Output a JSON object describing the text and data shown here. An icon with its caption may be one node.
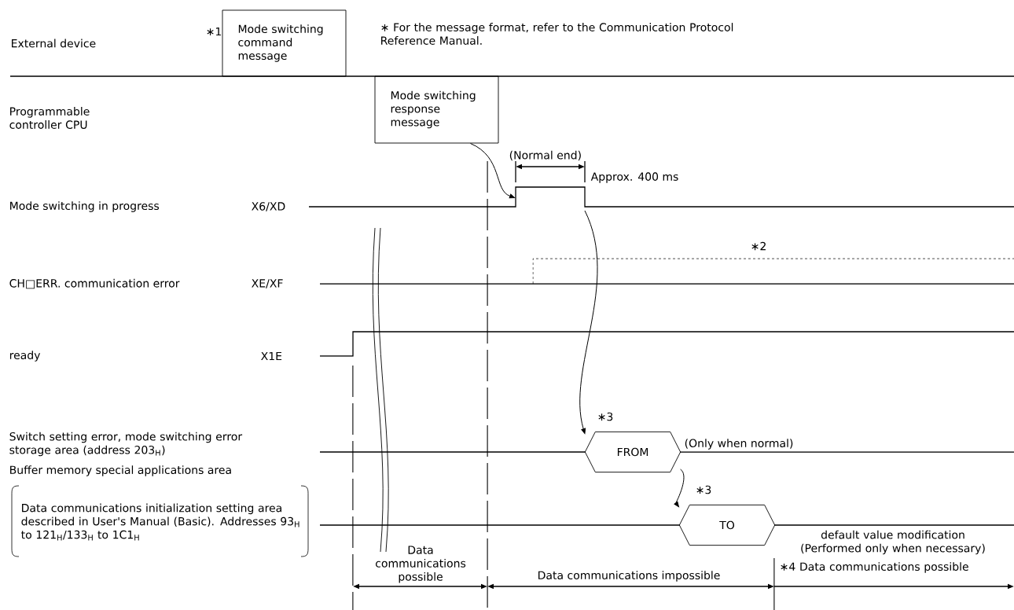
{
  "diagram": {
    "nodes": [
      {
        "text": [
          "Mode switching command message"
        ]
      },
      {
        "text": [
          "Mode switching response message"
        ]
      },
      {
        "text": [
          "FROM"
        ],
        "beside": [
          "∗3"
        ]
      },
      {
        "text": [
          "TO"
        ],
        "beside": [
          "∗3",
          "default value modification (Performed only when necessary)"
        ]
      }
    ],
    "edges": [
      {
        "from": 1,
        "to": null,
        "arrow": "to"
      },
      {
        "from": null,
        "to": 2,
        "arrow": "to"
      },
      {
        "from": 2,
        "to": 3,
        "arrow": "to",
        "label": "(Only when normal)"
      }
    ],
    "labels": [
      "External device",
      "∗1",
      "∗ For the message format, refer to the Communication Protocol Reference Manual.",
      "Programmable controller CPU",
      "Mode switching in progress",
      "X6/XD",
      "CH□ERR. communication error",
      "XE/XF",
      "ready",
      "X1E",
      "Switch setting error, mode switching error storage area (address 203$_{H}$)",
      "Buffer memory special applications area",
      "Data communications initialization setting area described in User's Manual (Basic). Addresses 93$_{H}$ to 121$_{H}$/133$_{H}$ to 1C1$_{H}$",
      "(Normal end)",
      "Approx. 400 ms",
      "∗2",
      "Data communications possible",
      "Data communications impossible",
      "∗4 Data communications possible"
    ]
  }
}
